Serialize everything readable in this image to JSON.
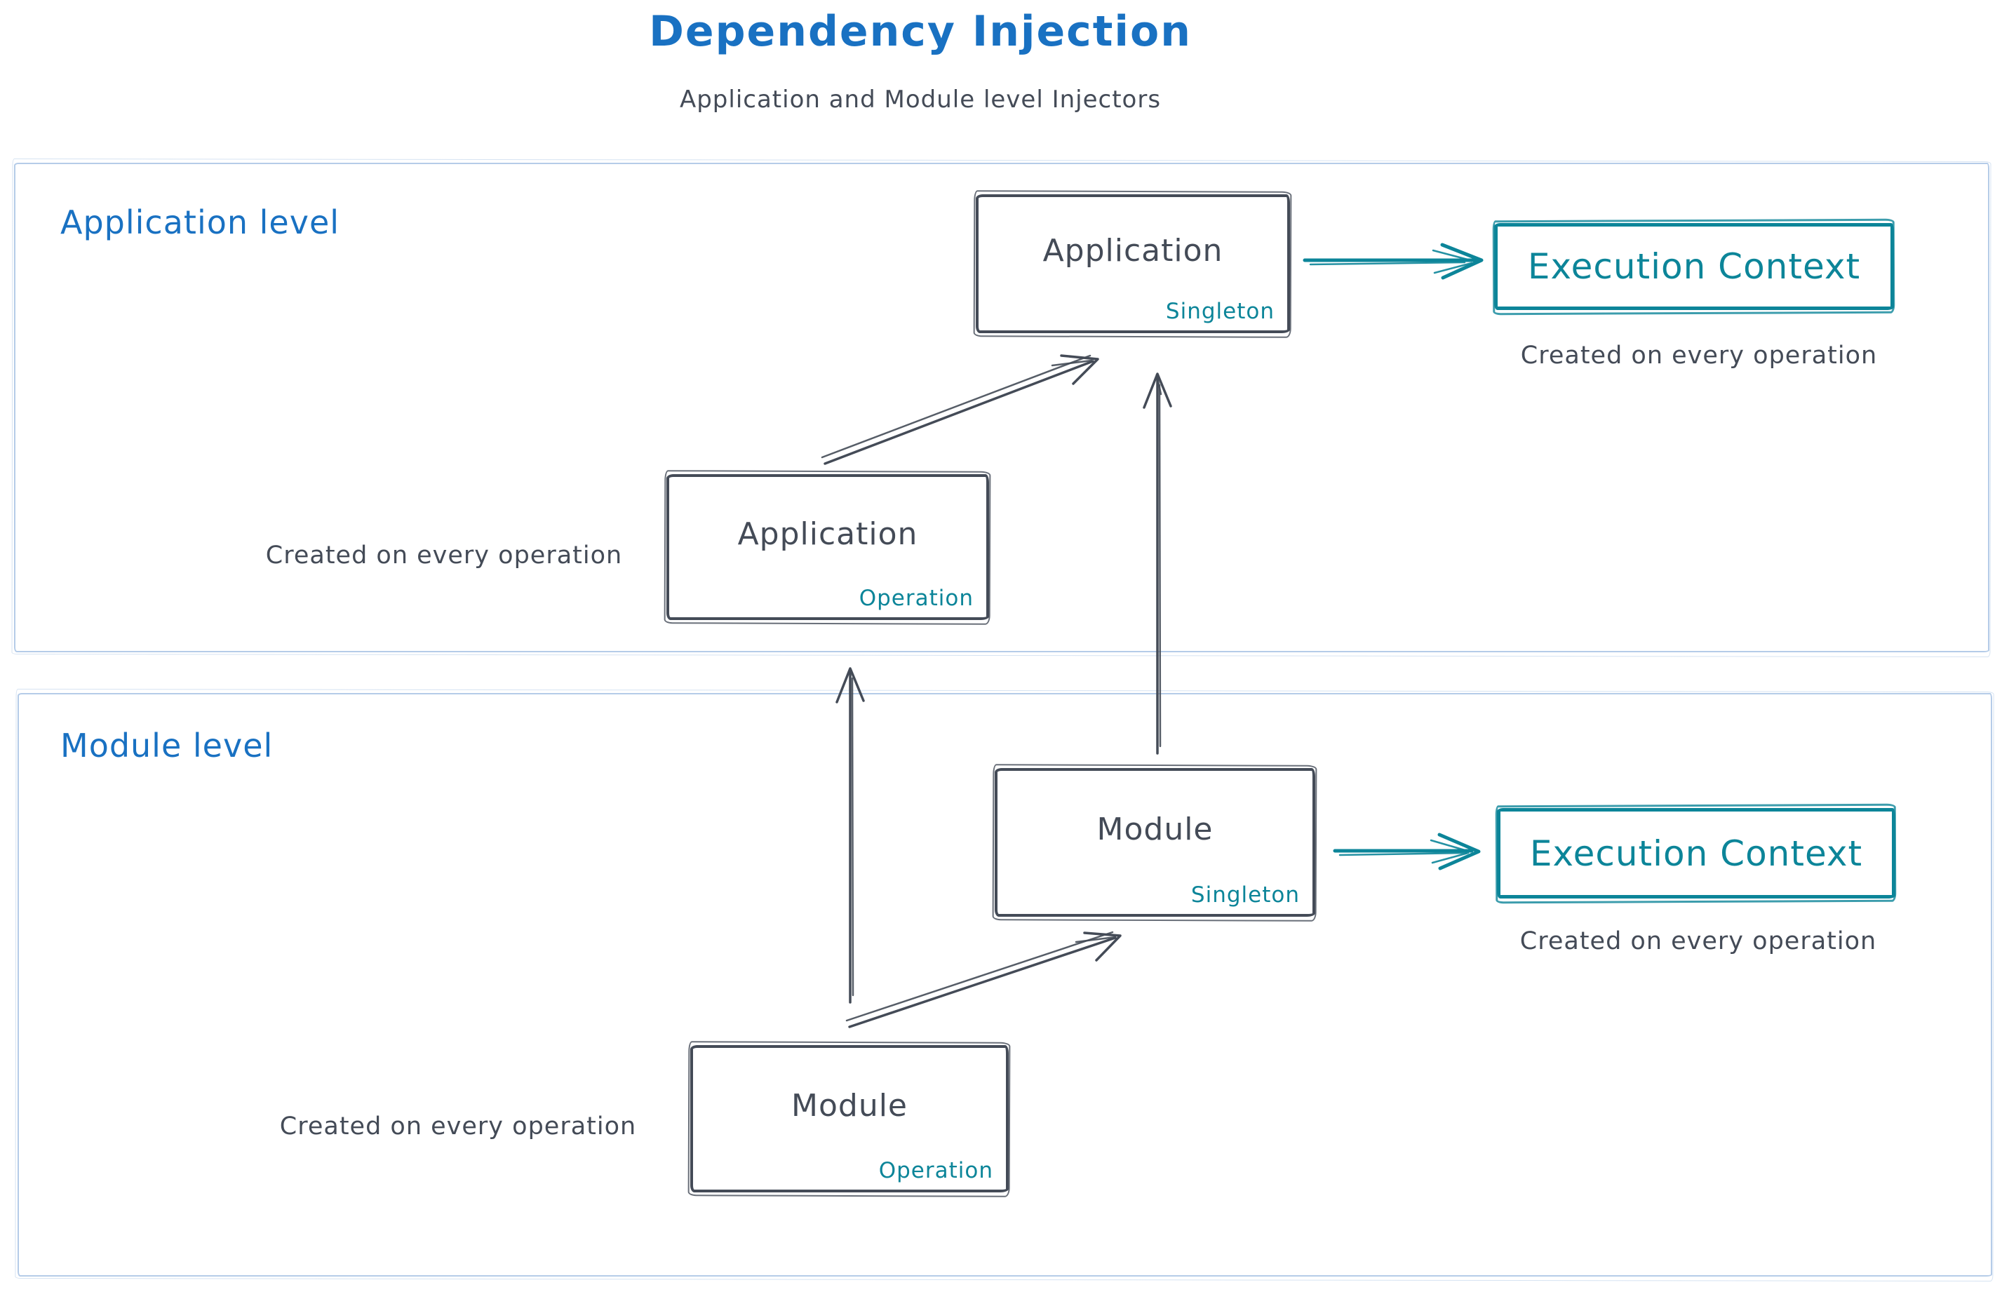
{
  "colors": {
    "title_blue": "#1971c2",
    "teal": "#0c8599",
    "dark_stroke": "#444b57",
    "section_border": "#b5cce8"
  },
  "header": {
    "title": "Dependency Injection",
    "subtitle": "Application and Module level Injectors"
  },
  "sections": [
    {
      "label": "Application level"
    },
    {
      "label": "Module level"
    }
  ],
  "nodes": {
    "app_singleton": {
      "title": "Application",
      "badge": "Singleton"
    },
    "app_operation": {
      "title": "Application",
      "badge": "Operation",
      "caption": "Created on every operation"
    },
    "module_singleton": {
      "title": "Module",
      "badge": "Singleton"
    },
    "module_operation": {
      "title": "Module",
      "badge": "Operation",
      "caption": "Created on every operation"
    },
    "exec_context_app": {
      "title": "Execution Context",
      "caption": "Created on every operation"
    },
    "exec_context_module": {
      "title": "Execution Context",
      "caption": "Created on every operation"
    }
  }
}
